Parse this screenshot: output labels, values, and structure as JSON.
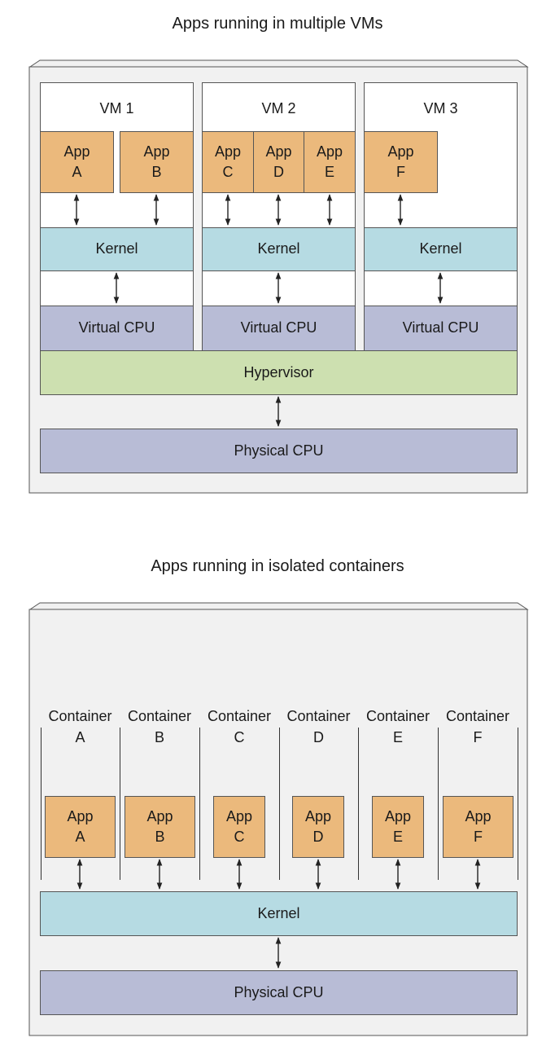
{
  "vm_diagram": {
    "title": "Apps running in multiple VMs",
    "vms": [
      {
        "label": "VM 1",
        "apps": [
          {
            "line1": "App",
            "line2": "A"
          },
          {
            "line1": "App",
            "line2": "B"
          }
        ],
        "kernel": "Kernel",
        "vcpu": "Virtual CPU"
      },
      {
        "label": "VM 2",
        "apps": [
          {
            "line1": "App",
            "line2": "C"
          },
          {
            "line1": "App",
            "line2": "D"
          },
          {
            "line1": "App",
            "line2": "E"
          }
        ],
        "kernel": "Kernel",
        "vcpu": "Virtual CPU"
      },
      {
        "label": "VM 3",
        "apps": [
          {
            "line1": "App",
            "line2": "F"
          }
        ],
        "kernel": "Kernel",
        "vcpu": "Virtual CPU"
      }
    ],
    "hypervisor": "Hypervisor",
    "physical_cpu": "Physical CPU"
  },
  "container_diagram": {
    "title": "Apps running in isolated containers",
    "containers": [
      {
        "line1": "Container",
        "line2": "A",
        "app_line1": "App",
        "app_line2": "A"
      },
      {
        "line1": "Container",
        "line2": "B",
        "app_line1": "App",
        "app_line2": "B"
      },
      {
        "line1": "Container",
        "line2": "C",
        "app_line1": "App",
        "app_line2": "C"
      },
      {
        "line1": "Container",
        "line2": "D",
        "app_line1": "App",
        "app_line2": "D"
      },
      {
        "line1": "Container",
        "line2": "E",
        "app_line1": "App",
        "app_line2": "E"
      },
      {
        "line1": "Container",
        "line2": "F",
        "app_line1": "App",
        "app_line2": "F"
      }
    ],
    "kernel": "Kernel",
    "physical_cpu": "Physical CPU"
  },
  "colors": {
    "app": "#ebb97c",
    "kernel": "#b6dbe3",
    "cpu": "#b8bcd6",
    "hypervisor": "#cde0b0",
    "host_panel": "#f1f1f1"
  }
}
